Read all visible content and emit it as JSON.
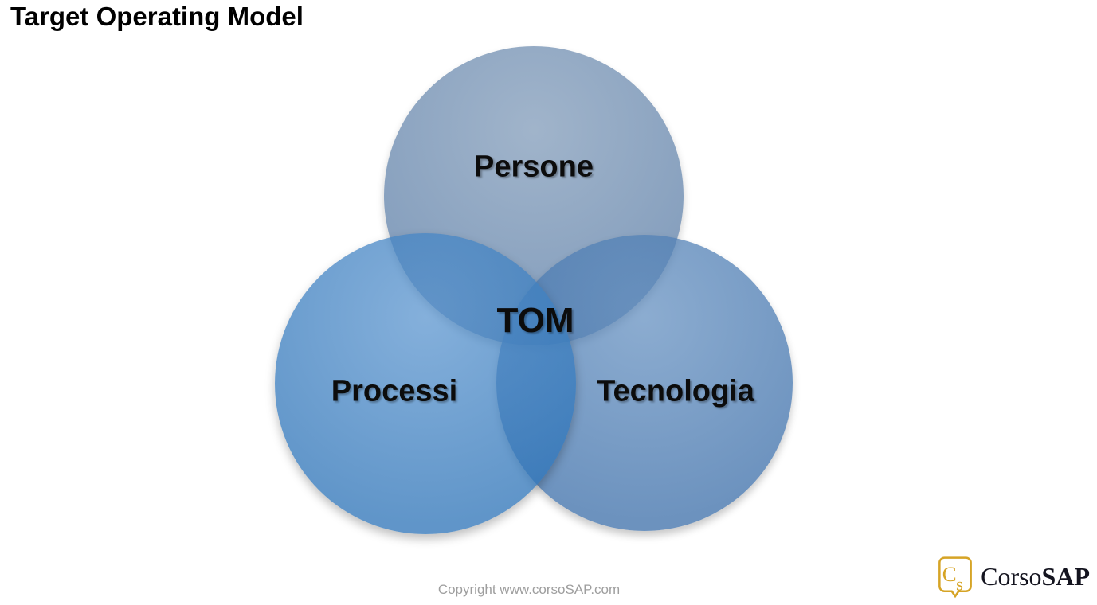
{
  "title": "Target Operating Model",
  "diagram": {
    "type": "venn",
    "center_label": "TOM",
    "circles": [
      {
        "label": "Persone",
        "position": "top",
        "color": "#87A0BE"
      },
      {
        "label": "Processi",
        "position": "bottom-left",
        "color": "#6297CA"
      },
      {
        "label": "Tecnologia",
        "position": "bottom-right",
        "color": "#6E94BF"
      }
    ],
    "overlap_colors": {
      "persone_tecnologia": "#5A80AB",
      "processi_tecnologia": "#4C87BD"
    },
    "label_color": "#0C0C0C"
  },
  "footer": {
    "copyright": "Copyright www.corsoSAP.com",
    "copyright_color": "#9E9E9E"
  },
  "logo": {
    "badge": {
      "letter_1": "C",
      "letter_2": "s"
    },
    "brand_regular": "Corso",
    "brand_bold": "SAP",
    "accent_color": "#D6A426",
    "text_color": "#14141F"
  }
}
